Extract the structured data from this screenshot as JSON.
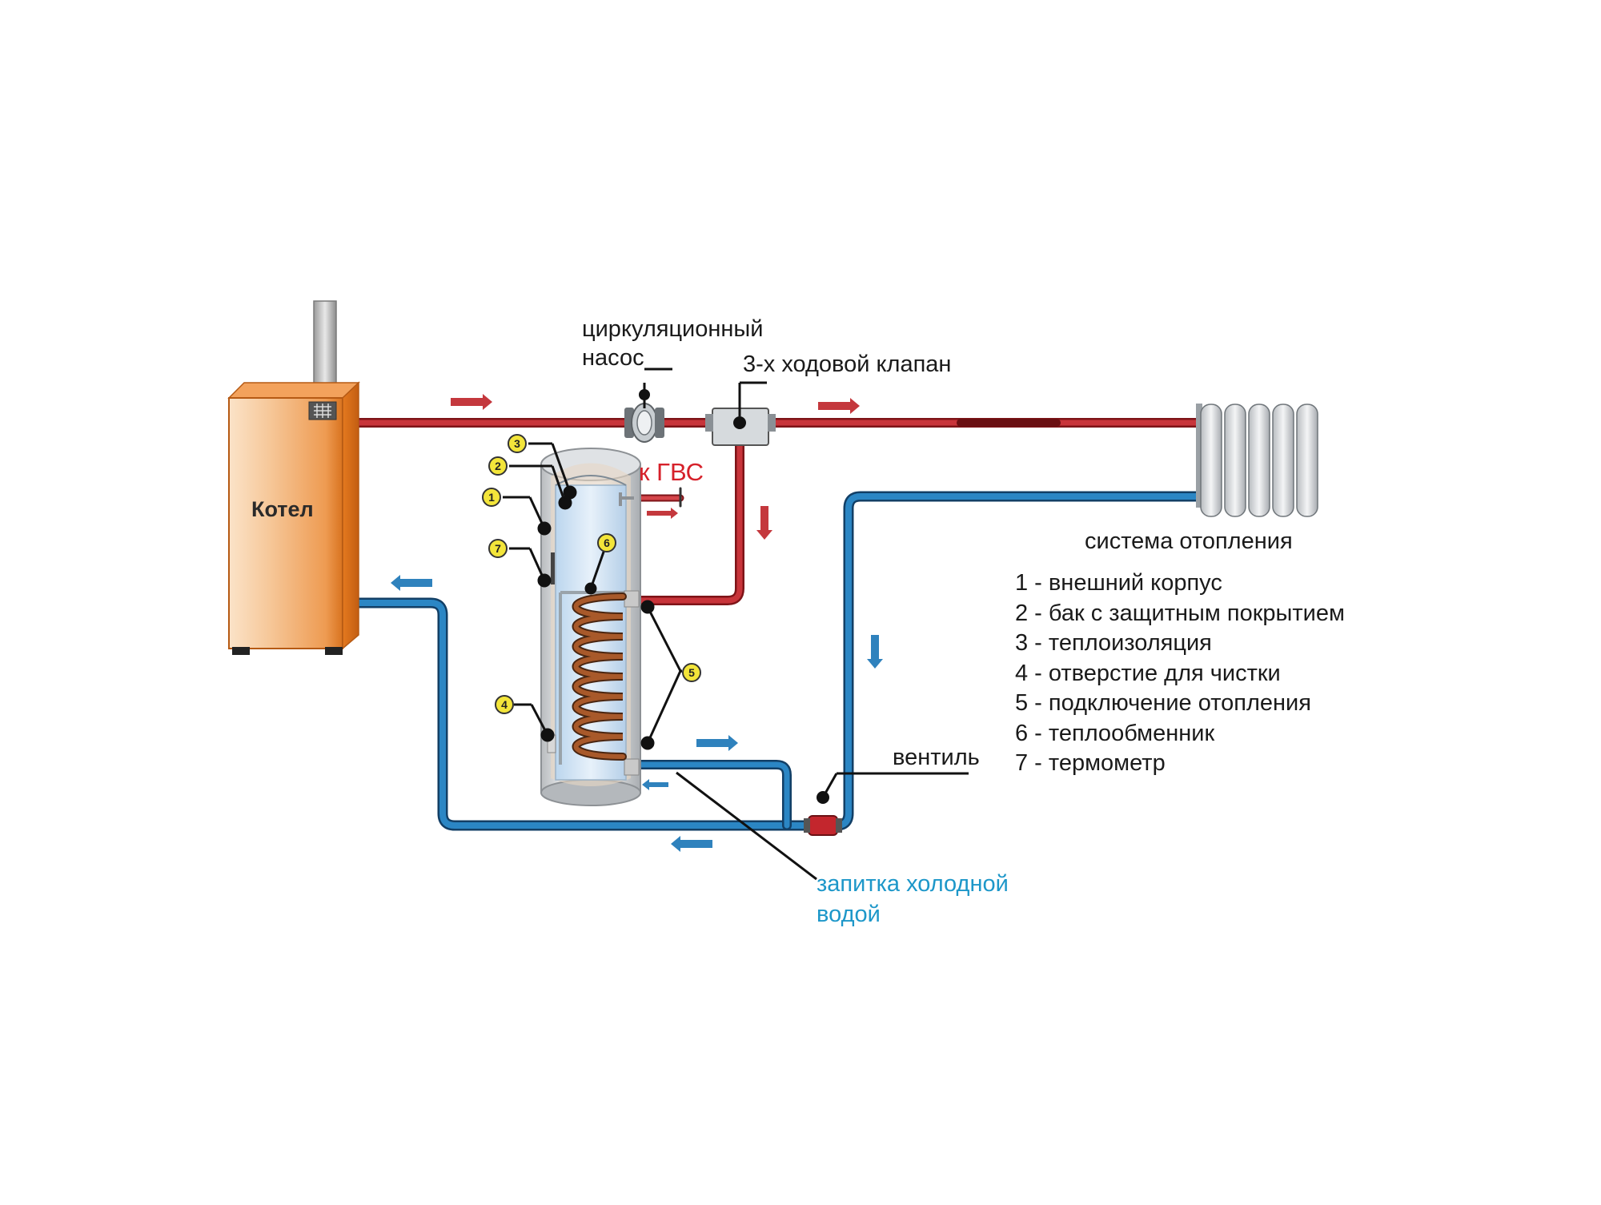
{
  "labels": {
    "boiler": "Котел",
    "pump_line1": "циркуляционный",
    "pump_line2": "насос",
    "valve3": "3-х ходовой клапан",
    "dhw": "к ГВС",
    "heating_system": "система отопления",
    "valve": "вентиль",
    "cold_line1": "запитка холодной",
    "cold_line2": "водой"
  },
  "markers": [
    "1",
    "2",
    "3",
    "4",
    "5",
    "6",
    "7"
  ],
  "legend": [
    "1 - внешний корпус",
    "2 - бак с защитным покрытием",
    "3 - теплоизоляция",
    "4 - отверстие для чистки",
    "5 - подключение отопления",
    "6 - теплообменник",
    "7 - термометр"
  ],
  "colors": {
    "hot_pipe": "#b5232a",
    "cold_pipe": "#1f6fa8",
    "boiler_body": "#e77d22",
    "marker_fill": "#f3e53a",
    "cold_label": "#1d97c9",
    "dhw_label": "#d6212a"
  }
}
